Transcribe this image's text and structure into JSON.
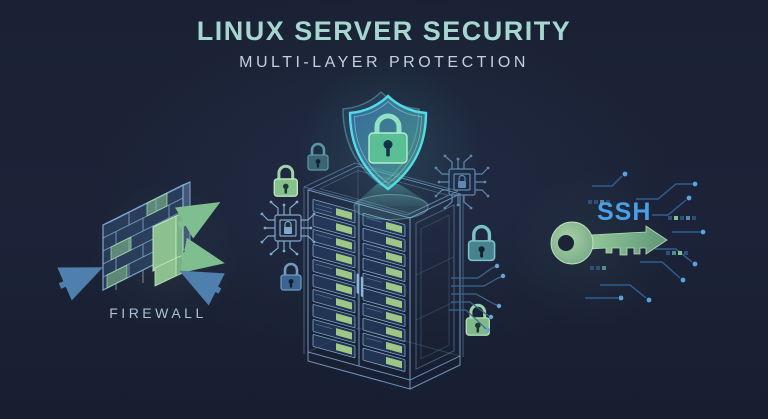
{
  "header": {
    "title": "LINUX SERVER SECURITY",
    "subtitle": "MULTI-LAYER PROTECTION"
  },
  "firewall": {
    "label": "FIREWALL"
  },
  "ssh": {
    "label": "SSH"
  },
  "icons": [
    "firewall-wall-icon",
    "inbound-arrow-icon",
    "outbound-arrow-icon",
    "shield-lock-icon",
    "protection-beam",
    "server-rack-icon",
    "padlock-icon",
    "circuit-chip-lock-icon",
    "circuit-trace-icon",
    "ssh-key-icon",
    "binary-bits-icon"
  ],
  "colors": {
    "background": "#1c2338",
    "title": "#a5d6d0",
    "subtitle": "#c3d0e0",
    "firewall_label": "#a9c0d6",
    "ssh_label": "#4aa0e8",
    "shield_outline": "#54dbe8",
    "shield_fill_blue": "#408cdc",
    "shield_fill_green": "#5fcda0",
    "lock_green": "#86c08d",
    "lock_teal": "#4e8f96",
    "lock_blue": "#3d6390",
    "wall_blue": "#3d6390",
    "led_green": "#a9d48c",
    "circuit_line": "#2f5e8f",
    "circuit_dot": "#5aa3d8",
    "key_green": "#8fc294"
  }
}
